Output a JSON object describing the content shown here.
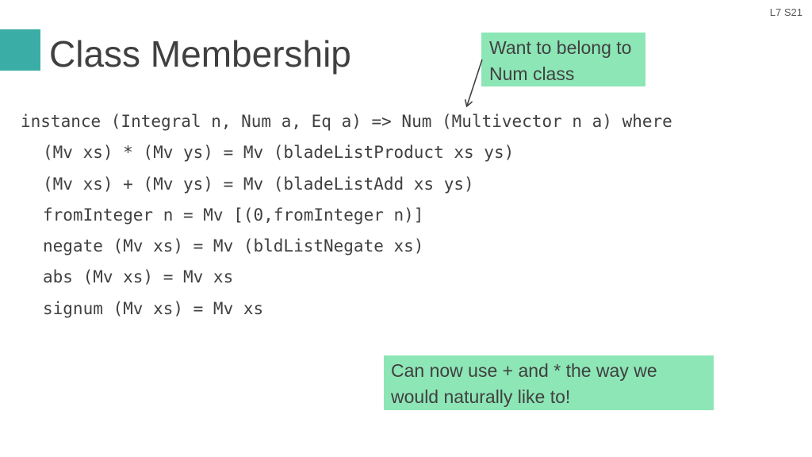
{
  "slide": {
    "number_label": "L7 S21",
    "title": "Class Membership",
    "accent_color": "#3aaea6",
    "callout_color": "#8de6b6"
  },
  "callouts": {
    "top": "Want to belong to Num class",
    "bottom": "Can now use + and * the way we would naturally like to!"
  },
  "code": {
    "lines": [
      "instance (Integral n, Num a, Eq a) => Num (Multivector n a) where",
      "(Mv xs) * (Mv ys) = Mv (bladeListProduct xs ys)",
      "(Mv xs) + (Mv ys) = Mv (bladeListAdd xs ys)",
      "fromInteger n = Mv [(0,fromInteger n)]",
      "negate (Mv xs) = Mv (bldListNegate xs)",
      "abs (Mv xs) = Mv xs",
      "signum (Mv xs) = Mv xs"
    ]
  }
}
